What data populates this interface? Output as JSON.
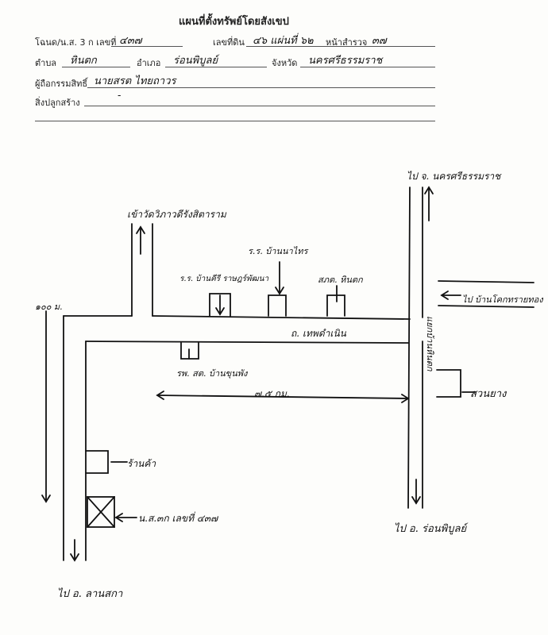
{
  "header": {
    "title": "แผนที่ตั้งทรัพย์โดยสังเขป",
    "deed_label": "โฉนด/น.ส. 3 ก เลขที่",
    "deed_no": "๔๓๗",
    "land_no_label": "เลขที่ดิน",
    "land_no": "๔๖ แผ่นที่ ๖๒",
    "page_label": "หน้าสำรวจ",
    "page_no": "๓๗",
    "subdistrict_label": "ตำบล",
    "subdistrict": "หินตก",
    "district_label": "อำเภอ",
    "district": "ร่อนพิบูลย์",
    "province_label": "จังหวัด",
    "province": "นครศรีธรรมราช",
    "owner_label": "ผู้ถือกรรมสิทธิ์",
    "owner": "นายสรต  ไทยถาวร",
    "building_label": "สิ่งปลูกสร้าง",
    "building": "-"
  },
  "map": {
    "to_city": "ไป จ. นครศรีธรรมราช",
    "temple": "เข้าวัดวิภาวดีรังสิตาราม",
    "school_ban_na_thai": "ร.ร. บ้านนาไทร",
    "school_ban_mon": "ร.ร. บ้านคีรี ราษฎร์พัฒนา",
    "police": "สภต. หินตก",
    "to_ban_khok": "ไป บ้านโคกทรายทอง",
    "distance_100": "๑๐๐ ม.",
    "road_name": "ถ. เทพดำเนิน",
    "main_road": "แยกบ้านหินตก",
    "hospital": "รพ. สต. บ้านขุนพัง",
    "distance_75": "๗.๕ กม.",
    "rubber_field": "สวนยาง",
    "shop": "ร้านค้า",
    "plot_label": "น.ส.๓ก เลขที่ ๔๓๗",
    "to_ron": "ไป อ. ร่อนพิบูลย์",
    "to_lan_saka": "ไป อ. ลานสกา"
  }
}
